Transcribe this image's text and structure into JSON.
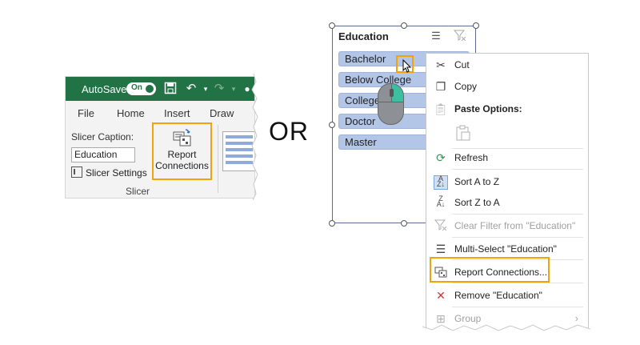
{
  "ribbon": {
    "autosave_label": "AutoSave",
    "autosave_state": "On",
    "tabs": [
      "File",
      "Home",
      "Insert",
      "Draw"
    ],
    "slicer_caption_label": "Slicer Caption:",
    "slicer_caption_value": "Education",
    "slicer_settings_label": "Slicer Settings",
    "report_connections_line1": "Report",
    "report_connections_line2": "Connections",
    "group_name": "Slicer"
  },
  "or_text": "OR",
  "slicer": {
    "title": "Education",
    "items": [
      "Bachelor",
      "Below College",
      "College",
      "Doctor",
      "Master"
    ]
  },
  "context_menu": {
    "cut": "Cut",
    "copy": "Copy",
    "paste_options": "Paste Options:",
    "refresh": "Refresh",
    "sort_az": "Sort A to Z",
    "sort_za": "Sort Z to A",
    "clear_filter": "Clear Filter from \"Education\"",
    "multi_select": "Multi-Select \"Education\"",
    "report_connections": "Report Connections...",
    "remove": "Remove \"Education\"",
    "group": "Group"
  },
  "colors": {
    "excel_green": "#217346",
    "highlight_orange": "#f0a30a",
    "slicer_item": "#b4c6e7",
    "mouse_button": "#3cbfa0"
  }
}
